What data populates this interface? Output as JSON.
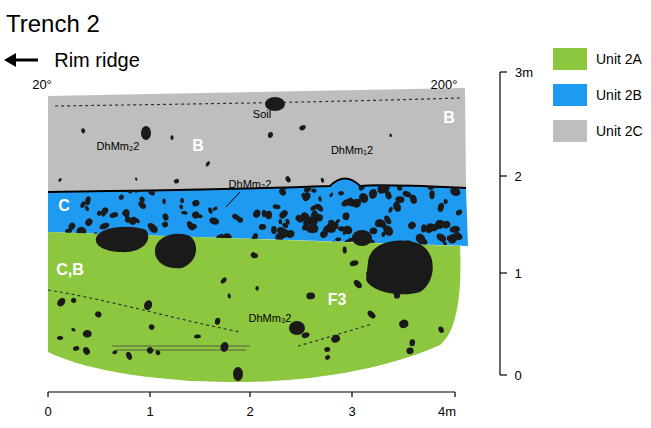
{
  "diagram": {
    "title": "Trench 2",
    "labels": [
      "Rim ridge",
      "20°",
      "200°",
      "Soil",
      "B",
      "DhMm₂2",
      "B",
      "DhMm₁2",
      "C",
      "DhMm₂2",
      "C,B",
      "F3",
      "DhMm₃2",
      "0",
      "1",
      "2",
      "3",
      "4m",
      "3m",
      "2",
      "1",
      "0"
    ],
    "legend": [
      {
        "text": "Unit 2A",
        "color": "#8dc63f"
      },
      {
        "text": "Unit 2B",
        "color": "#1e9bf0"
      },
      {
        "text": "Unit 2C",
        "color": "#bebebe"
      }
    ]
  }
}
